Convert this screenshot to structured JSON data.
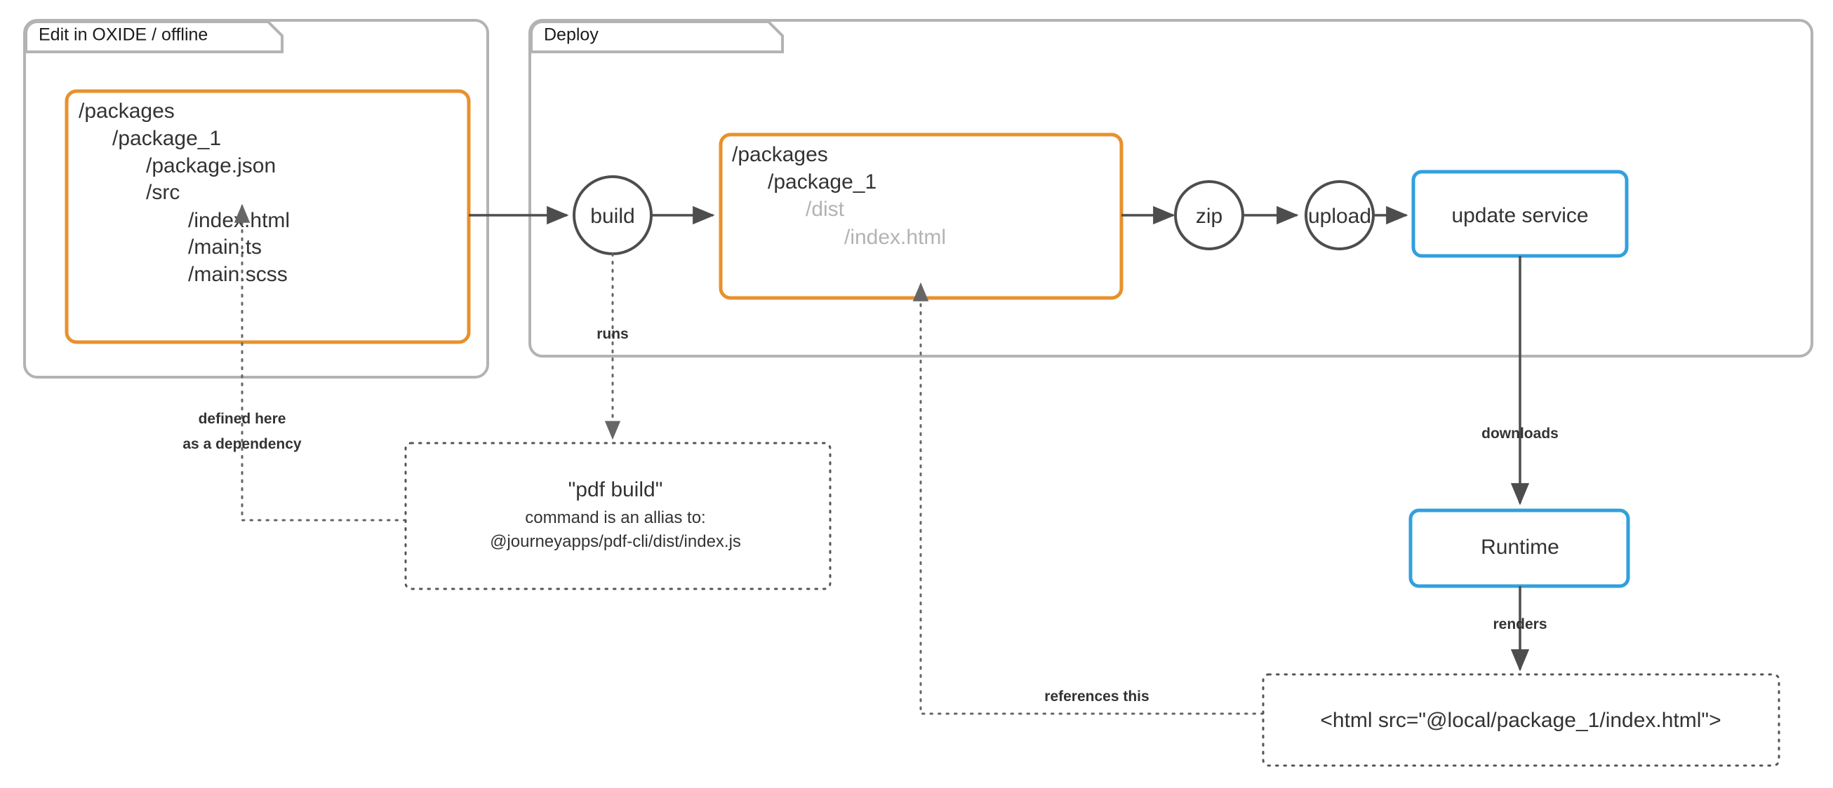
{
  "diagram": {
    "title": "OXIDE package build and deploy flow",
    "colors": {
      "group_border": "#b3b3b3",
      "orange": "#e8912d",
      "blue": "#31a0dd",
      "stroke_dark": "#4d4d4d",
      "text": "#333333",
      "dim_text": "#b3b3b3",
      "background": "#ffffff"
    }
  },
  "groups": [
    {
      "id": "edit",
      "label": "Edit in OXIDE / offline"
    },
    {
      "id": "deploy",
      "label": "Deploy"
    }
  ],
  "source_tree": {
    "lines": [
      {
        "text": "/packages",
        "indent": 0,
        "dim": false
      },
      {
        "text": "/package_1",
        "indent": 1,
        "dim": false
      },
      {
        "text": "/package.json",
        "indent": 2,
        "dim": false
      },
      {
        "text": "/src",
        "indent": 2,
        "dim": false
      },
      {
        "text": "/index.html",
        "indent": 3,
        "dim": false
      },
      {
        "text": "/main.ts",
        "indent": 3,
        "dim": false
      },
      {
        "text": "/main.scss",
        "indent": 3,
        "dim": false
      }
    ]
  },
  "dist_tree": {
    "lines": [
      {
        "text": "/packages",
        "indent": 0,
        "dim": false
      },
      {
        "text": "/package_1",
        "indent": 1,
        "dim": false
      },
      {
        "text": "/dist",
        "indent": 2,
        "dim": true
      },
      {
        "text": "/index.html",
        "indent": 3,
        "dim": true
      }
    ]
  },
  "steps": [
    {
      "id": "build",
      "label": "build",
      "shape": "circle"
    },
    {
      "id": "zip",
      "label": "zip",
      "shape": "circle"
    },
    {
      "id": "upload",
      "label": "upload",
      "shape": "circle"
    },
    {
      "id": "update-service",
      "label": "update service",
      "shape": "rect"
    },
    {
      "id": "runtime",
      "label": "Runtime",
      "shape": "rect"
    }
  ],
  "notes": {
    "pdf_build": {
      "title": "\"pdf build\"",
      "line2": "command is an allias to:",
      "line3": "@journeyapps/pdf-cli/dist/index.js"
    },
    "html_snippet": {
      "text": "<html src=\"@local/package_1/index.html\">"
    }
  },
  "edge_labels": [
    {
      "id": "runs",
      "text": "runs"
    },
    {
      "id": "defined-here",
      "line1": "defined here",
      "line2": "as a dependency"
    },
    {
      "id": "downloads",
      "text": "downloads"
    },
    {
      "id": "renders",
      "text": "renders"
    },
    {
      "id": "references-this",
      "text": "references this"
    }
  ]
}
